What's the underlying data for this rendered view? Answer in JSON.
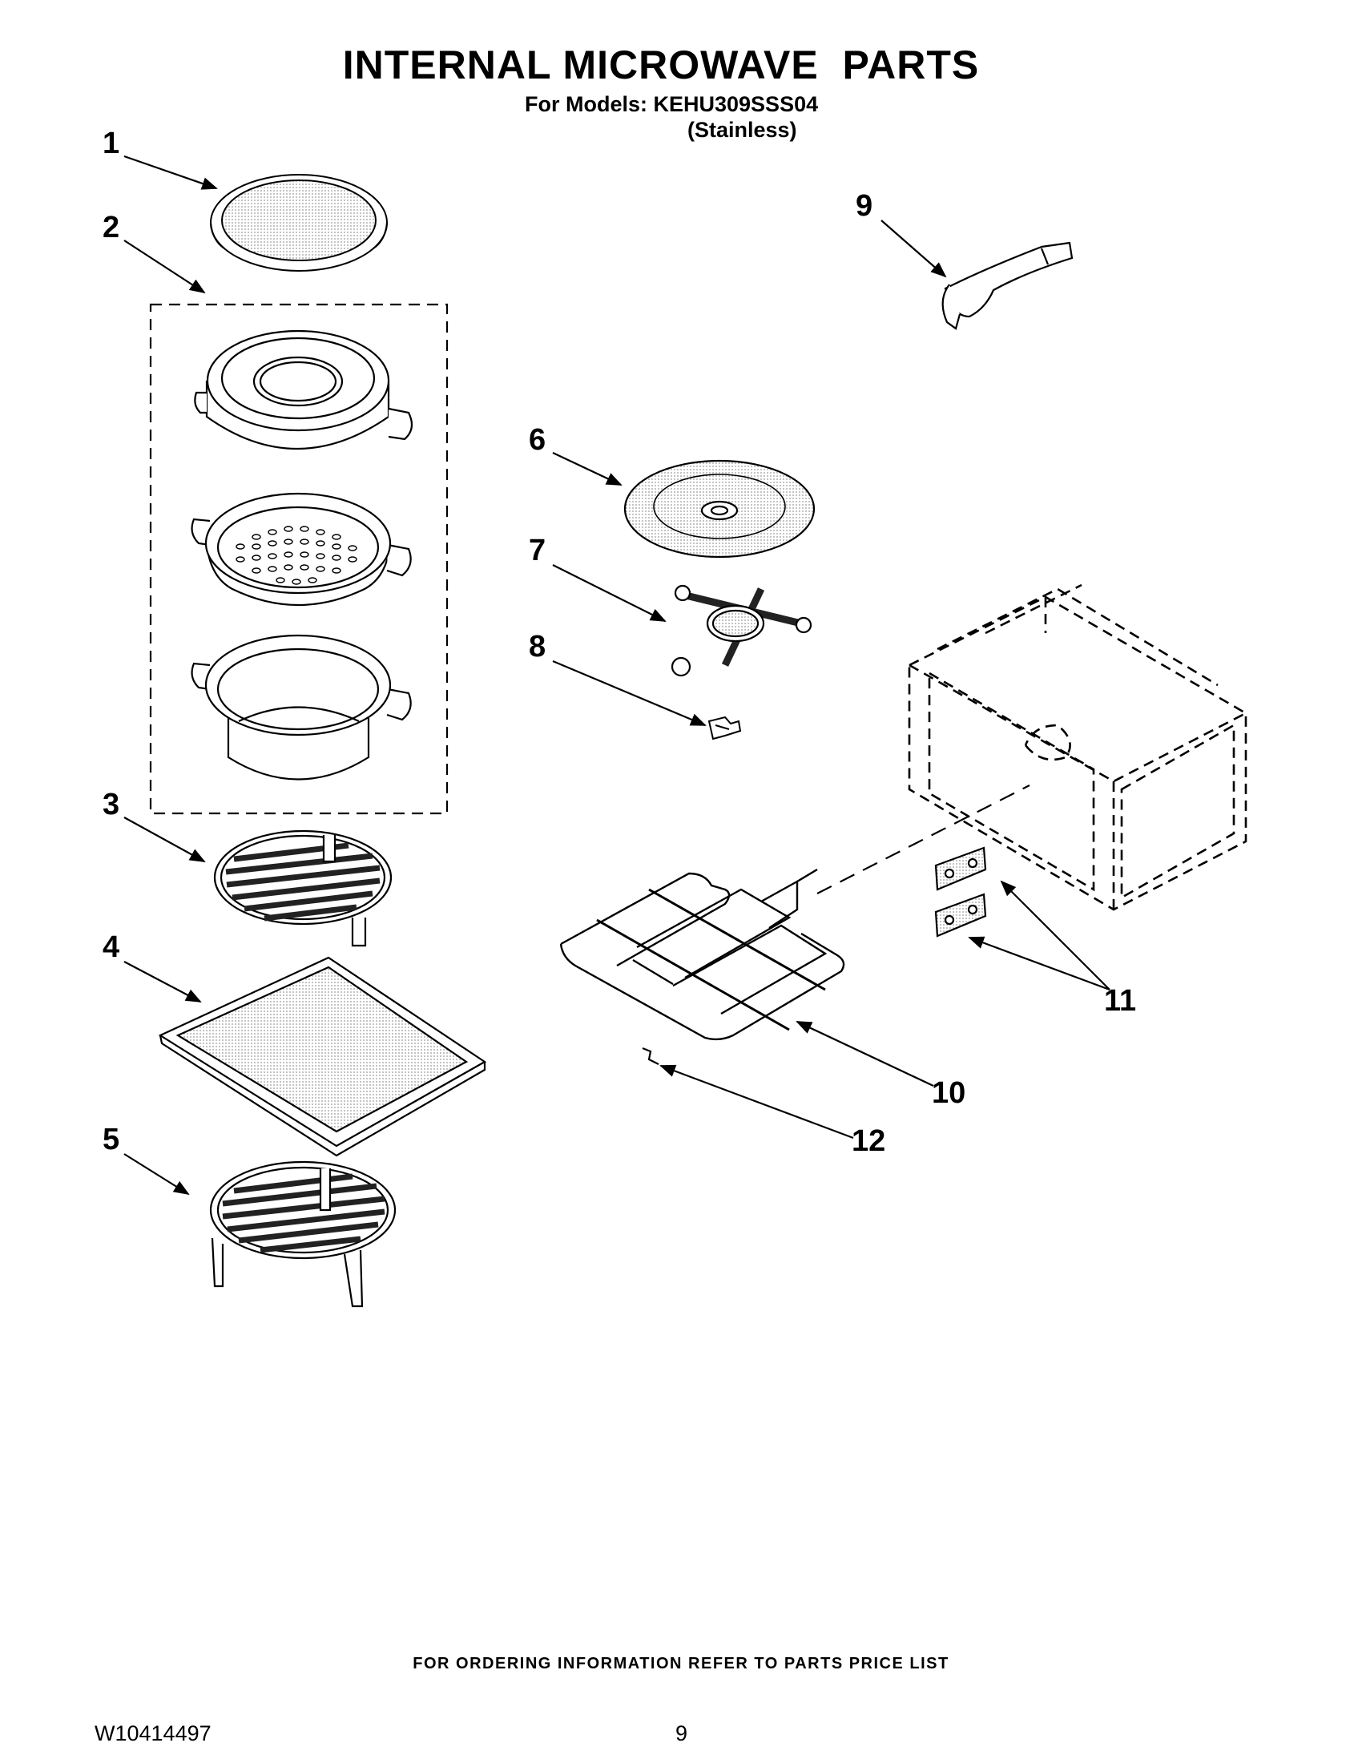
{
  "header": {
    "title": "INTERNAL MICROWAVE  PARTS",
    "models_line": "For Models: KEHU309SSS04",
    "variant_line": "(Stainless)"
  },
  "callouts": {
    "c1": "1",
    "c2": "2",
    "c3": "3",
    "c4": "4",
    "c5": "5",
    "c6": "6",
    "c7": "7",
    "c8": "8",
    "c9": "9",
    "c10": "10",
    "c11": "11",
    "c12": "12"
  },
  "footer": {
    "note": "FOR ORDERING INFORMATION REFER TO PARTS PRICE LIST",
    "doc_number": "W10414497",
    "page_number": "9"
  }
}
